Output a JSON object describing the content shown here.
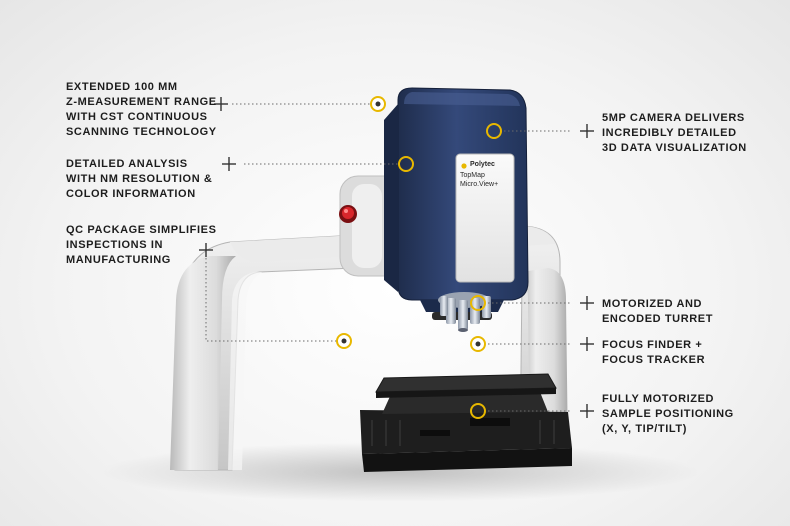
{
  "product": {
    "brand": "Polytec",
    "model_line1": "TopMap",
    "model_line2": "Micro.View+"
  },
  "callouts": {
    "z_range": {
      "lines": [
        "EXTENDED 100 MM",
        "Z-MEASUREMENT RANGE",
        "WITH CST CONTINUOUS",
        "SCANNING TECHNOLOGY"
      ]
    },
    "analysis": {
      "lines": [
        "DETAILED ANALYSIS",
        "WITH NM RESOLUTION &",
        "COLOR INFORMATION"
      ]
    },
    "qc": {
      "lines": [
        "QC PACKAGE SIMPLIFIES",
        "INSPECTIONS IN",
        "MANUFACTURING"
      ]
    },
    "camera": {
      "lines": [
        "5MP CAMERA DELIVERS",
        "INCREDIBLY DETAILED",
        "3D DATA VISUALIZATION"
      ]
    },
    "turret": {
      "lines": [
        "MOTORIZED AND",
        "ENCODED TURRET"
      ]
    },
    "focus": {
      "lines": [
        "FOCUS FINDER +",
        "FOCUS TRACKER"
      ]
    },
    "positioning": {
      "lines": [
        "FULLY MOTORIZED",
        "SAMPLE POSITIONING",
        "(X, Y, TIP/TILT)"
      ]
    }
  },
  "colors": {
    "accent": "#e8b800",
    "head_blue": "#2b3d63",
    "frame_gray": "#d9d9d9",
    "stage_black": "#1c1c1c",
    "text": "#1d1d1d"
  }
}
